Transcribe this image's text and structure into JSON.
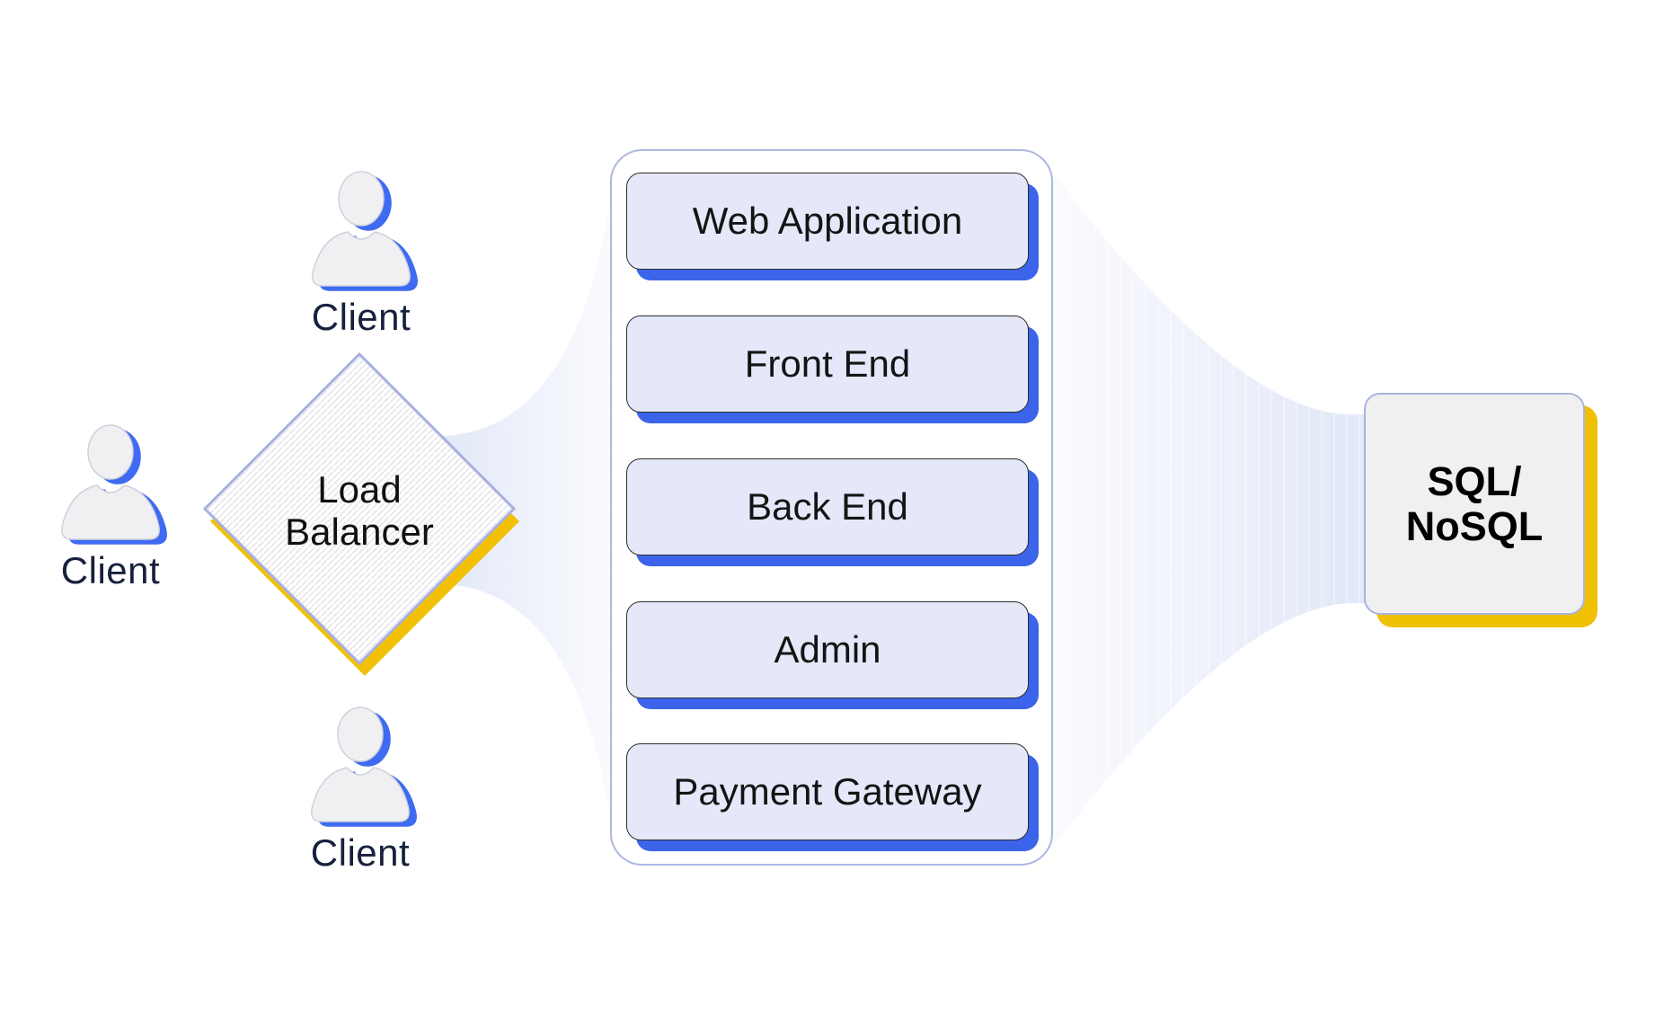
{
  "clients": [
    {
      "label": "Client"
    },
    {
      "label": "Client"
    },
    {
      "label": "Client"
    }
  ],
  "load_balancer": {
    "line1": "Load",
    "line2": "Balancer"
  },
  "services": [
    {
      "label": "Web Application"
    },
    {
      "label": "Front End"
    },
    {
      "label": "Back End"
    },
    {
      "label": "Admin"
    },
    {
      "label": "Payment Gateway"
    }
  ],
  "database": {
    "line1": "SQL/",
    "line2": "NoSQL"
  },
  "colors": {
    "service_fill": "#E4E8F8",
    "service_border": "#2E2E2E",
    "service_shadow_blue": "#3C64EA",
    "container_border": "#ADB8E0",
    "diamond_border": "#A6B1E1",
    "diamond_shadow_yellow": "#F2C105",
    "database_fill": "#F0F0F1",
    "database_border": "#A9B3E0",
    "database_shadow_yellow": "#F0C002",
    "client_fill": "#F0F0F3",
    "client_stroke": "#CDD1DB",
    "client_shadow_blue": "#3F6BF2",
    "client_label_color": "#16213C",
    "flow_light": "#FAFBFE",
    "flow_dark": "#E1E7F7"
  }
}
